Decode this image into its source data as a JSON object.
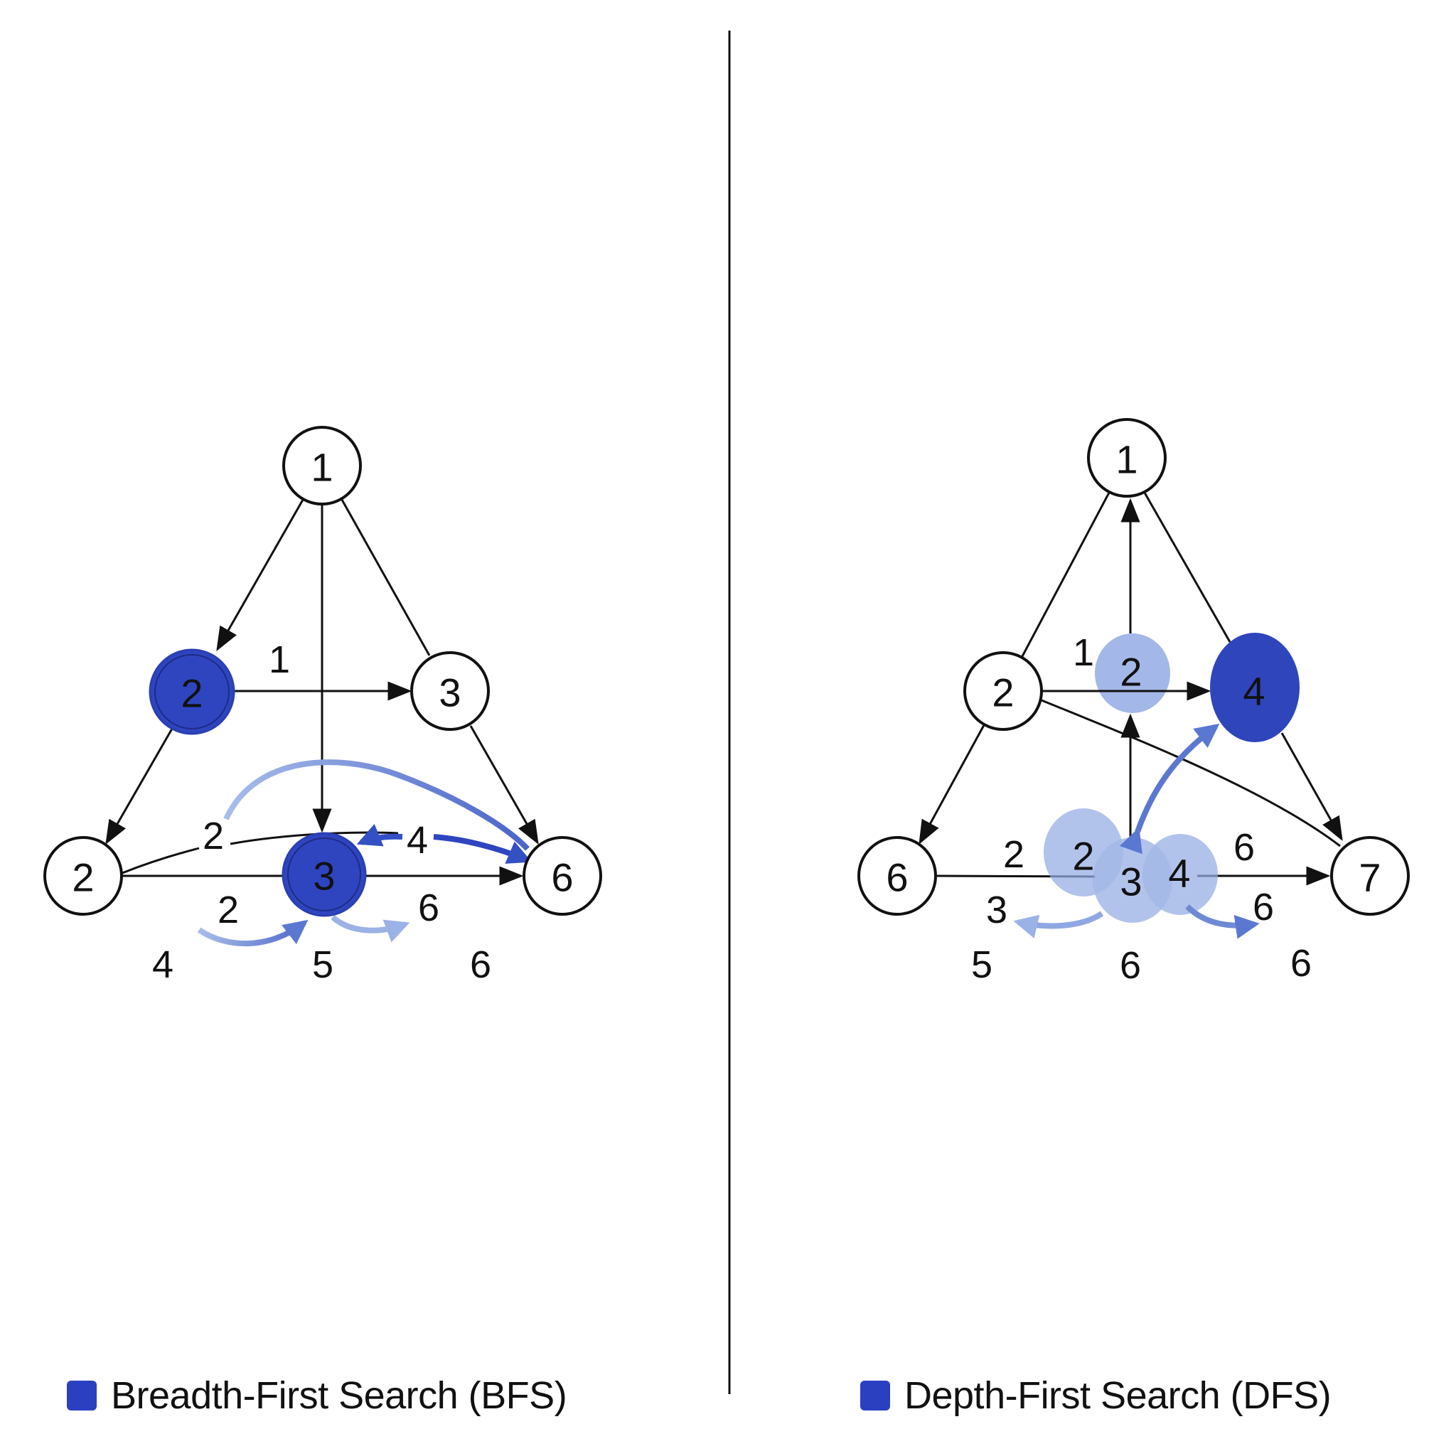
{
  "colors": {
    "visited_dark": "#2f45bf",
    "visited_light": "#a3b8e8",
    "traversal_arrow": "#5b78d0",
    "edge": "#111111",
    "background": "#ffffff"
  },
  "bfs": {
    "legend_label": "Breadth-First Search (BFS)",
    "nodes": [
      {
        "id": "bfs-n1",
        "label": "1",
        "state": "unvisited"
      },
      {
        "id": "bfs-n2",
        "label": "2",
        "state": "visited"
      },
      {
        "id": "bfs-n3",
        "label": "3",
        "state": "unvisited"
      },
      {
        "id": "bfs-n2b",
        "label": "2",
        "state": "unvisited"
      },
      {
        "id": "bfs-n3b",
        "label": "3",
        "state": "visited"
      },
      {
        "id": "bfs-n6",
        "label": "6",
        "state": "unvisited"
      }
    ],
    "edge_labels": [
      "1",
      "2",
      "4",
      "2",
      "6"
    ],
    "level_labels": [
      "4",
      "5",
      "6"
    ]
  },
  "dfs": {
    "legend_label": "Depth-First Search (DFS)",
    "nodes": [
      {
        "id": "dfs-n1",
        "label": "1",
        "state": "unvisited"
      },
      {
        "id": "dfs-n2",
        "label": "2",
        "state": "unvisited"
      },
      {
        "id": "dfs-n2s",
        "label": "2",
        "state": "stack"
      },
      {
        "id": "dfs-n4",
        "label": "4",
        "state": "visited"
      },
      {
        "id": "dfs-n6",
        "label": "6",
        "state": "unvisited"
      },
      {
        "id": "dfs-s2",
        "label": "2",
        "state": "stack"
      },
      {
        "id": "dfs-s3",
        "label": "3",
        "state": "stack"
      },
      {
        "id": "dfs-s4",
        "label": "4",
        "state": "stack"
      },
      {
        "id": "dfs-n7",
        "label": "7",
        "state": "unvisited"
      }
    ],
    "edge_labels": [
      "1",
      "2",
      "6",
      "3",
      "6"
    ],
    "level_labels": [
      "5",
      "6",
      "6"
    ]
  }
}
